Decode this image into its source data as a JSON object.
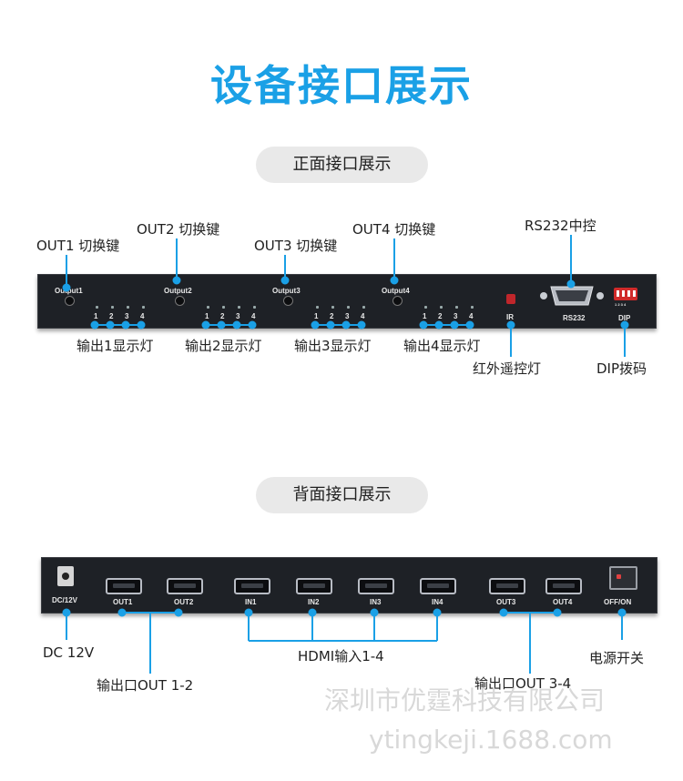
{
  "title": "设备接口展示",
  "front": {
    "pill": "正面接口展示",
    "callouts": {
      "out1": "OUT1  切换键",
      "out2": "OUT2 切换键",
      "out3": "OUT3  切换键",
      "out4": "OUT4 切换键",
      "rs232": "RS232中控",
      "led1": "输出1显示灯",
      "led2": "输出2显示灯",
      "led3": "输出3显示灯",
      "led4": "输出4显示灯",
      "ir": "红外遥控灯",
      "dip": "DIP拨码"
    },
    "panel": {
      "output1": "Output1",
      "output2": "Output2",
      "output3": "Output3",
      "output4": "Output4",
      "led_numbers": [
        "1",
        "2",
        "3",
        "4"
      ],
      "ir": "IR",
      "rs232": "RS232",
      "dip": "DIP",
      "dip_tiny": "1 2 3 4",
      "dip_on": "ON"
    }
  },
  "back": {
    "pill": "背面接口展示",
    "callouts": {
      "dc": "DC 12V",
      "out12": "输出口OUT 1-2",
      "hdmi_in": "HDMI输入1-4",
      "out34": "输出口OUT 3-4",
      "power": "电源开关"
    },
    "panel": {
      "dc": "DC/12V",
      "ports": [
        "OUT1",
        "OUT2",
        "IN1",
        "IN2",
        "IN3",
        "IN4",
        "OUT3",
        "OUT4"
      ],
      "power": "OFF/ON"
    }
  },
  "watermark": {
    "line1": "深圳市优霆科技有限公司",
    "line2": "ytingkeji.1688.com"
  },
  "colors": {
    "accent": "#1aa0e6",
    "panel": "#1e2126",
    "pill": "#e9e9e9"
  }
}
